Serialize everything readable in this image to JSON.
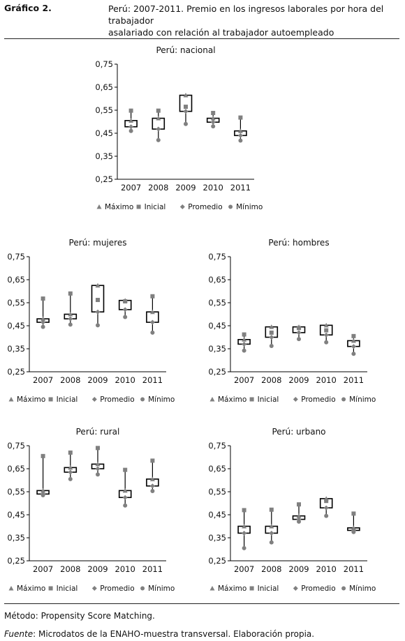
{
  "header": {
    "figure_label": "Gráfico 2.",
    "title_line1": "Perú: 2007-2011. Premio en los ingresos laborales por hora del trabajador",
    "title_line2": "asalariado con relación al trabajador autoempleado"
  },
  "footer": {
    "method": "Método: Propensity Score Matching.",
    "source_label": "Fuente",
    "source_text": ": Microdatos de la ENAHO-muestra transversal. Elaboración propia."
  },
  "colors": {
    "marker": "#808080",
    "box": "#000000"
  },
  "chart_data": [
    {
      "type": "stock",
      "title": "Perú: nacional",
      "categories": [
        "2007",
        "2008",
        "2009",
        "2010",
        "2011"
      ],
      "y_tick_labels": [
        "0,25",
        "0,35",
        "0,45",
        "0,55",
        "0,65",
        "0,75"
      ],
      "ylim": [
        0.25,
        0.75
      ],
      "legend": [
        "Máximo",
        "Inicial",
        "Promedio",
        "Mínimo"
      ],
      "legend_position": "bottom",
      "series": [
        {
          "name": "Máximo",
          "values": [
            0.505,
            0.515,
            0.615,
            0.515,
            0.46
          ]
        },
        {
          "name": "Inicial",
          "values": [
            0.548,
            0.548,
            0.565,
            0.538,
            0.518
          ]
        },
        {
          "name": "Promedio",
          "values": [
            0.478,
            0.468,
            0.545,
            0.498,
            0.44
          ]
        },
        {
          "name": "Mínimo",
          "values": [
            0.46,
            0.42,
            0.49,
            0.48,
            0.418
          ]
        }
      ]
    },
    {
      "type": "stock",
      "title": "Perú: mujeres",
      "categories": [
        "2007",
        "2008",
        "2009",
        "2010",
        "2011"
      ],
      "y_tick_labels": [
        "0,25",
        "0,35",
        "0,45",
        "0,55",
        "0,65",
        "0,75"
      ],
      "ylim": [
        0.25,
        0.75
      ],
      "legend": [
        "Máximo",
        "Inicial",
        "Promedio",
        "Mínimo"
      ],
      "legend_position": "bottom",
      "series": [
        {
          "name": "Máximo",
          "values": [
            0.48,
            0.5,
            0.625,
            0.56,
            0.51
          ]
        },
        {
          "name": "Inicial",
          "values": [
            0.568,
            0.59,
            0.562,
            0.556,
            0.578
          ]
        },
        {
          "name": "Promedio",
          "values": [
            0.465,
            0.48,
            0.51,
            0.52,
            0.465
          ]
        },
        {
          "name": "Mínimo",
          "values": [
            0.445,
            0.455,
            0.452,
            0.488,
            0.42
          ]
        }
      ]
    },
    {
      "type": "stock",
      "title": "Perú: hombres",
      "categories": [
        "2007",
        "2008",
        "2009",
        "2010",
        "2011"
      ],
      "y_tick_labels": [
        "0,25",
        "0,35",
        "0,45",
        "0,55",
        "0,65",
        "0,75"
      ],
      "ylim": [
        0.25,
        0.75
      ],
      "legend": [
        "Máximo",
        "Inicial",
        "Promedio",
        "Mínimo"
      ],
      "legend_position": "bottom",
      "series": [
        {
          "name": "Máximo",
          "values": [
            0.39,
            0.445,
            0.445,
            0.452,
            0.385
          ]
        },
        {
          "name": "Inicial",
          "values": [
            0.412,
            0.42,
            0.44,
            0.43,
            0.405
          ]
        },
        {
          "name": "Promedio",
          "values": [
            0.37,
            0.4,
            0.42,
            0.41,
            0.36
          ]
        },
        {
          "name": "Mínimo",
          "values": [
            0.342,
            0.362,
            0.392,
            0.378,
            0.328
          ]
        }
      ]
    },
    {
      "type": "stock",
      "title": "Perú: rural",
      "categories": [
        "2007",
        "2008",
        "2009",
        "2010",
        "2011"
      ],
      "y_tick_labels": [
        "0,25",
        "0,35",
        "0,45",
        "0,55",
        "0,65",
        "0,75"
      ],
      "ylim": [
        0.25,
        0.75
      ],
      "legend": [
        "Máximo",
        "Inicial",
        "Promedio",
        "Mínimo"
      ],
      "legend_position": "bottom",
      "series": [
        {
          "name": "Máximo",
          "values": [
            0.555,
            0.655,
            0.67,
            0.555,
            0.605
          ]
        },
        {
          "name": "Inicial",
          "values": [
            0.705,
            0.72,
            0.74,
            0.645,
            0.685
          ]
        },
        {
          "name": "Promedio",
          "values": [
            0.54,
            0.635,
            0.65,
            0.525,
            0.575
          ]
        },
        {
          "name": "Mínimo",
          "values": [
            0.535,
            0.605,
            0.625,
            0.49,
            0.553
          ]
        }
      ]
    },
    {
      "type": "stock",
      "title": "Perú: urbano",
      "categories": [
        "2007",
        "2008",
        "2009",
        "2010",
        "2011"
      ],
      "y_tick_labels": [
        "0,25",
        "0,35",
        "0,45",
        "0,55",
        "0,65",
        "0,75"
      ],
      "ylim": [
        0.25,
        0.75
      ],
      "legend": [
        "Máximo",
        "Inicial",
        "Promedio",
        "Mínimo"
      ],
      "legend_position": "bottom",
      "series": [
        {
          "name": "Máximo",
          "values": [
            0.4,
            0.4,
            0.445,
            0.52,
            0.393
          ]
        },
        {
          "name": "Inicial",
          "values": [
            0.47,
            0.472,
            0.495,
            0.51,
            0.455
          ]
        },
        {
          "name": "Promedio",
          "values": [
            0.37,
            0.37,
            0.43,
            0.48,
            0.382
          ]
        },
        {
          "name": "Mínimo",
          "values": [
            0.305,
            0.33,
            0.42,
            0.445,
            0.375
          ]
        }
      ]
    }
  ]
}
